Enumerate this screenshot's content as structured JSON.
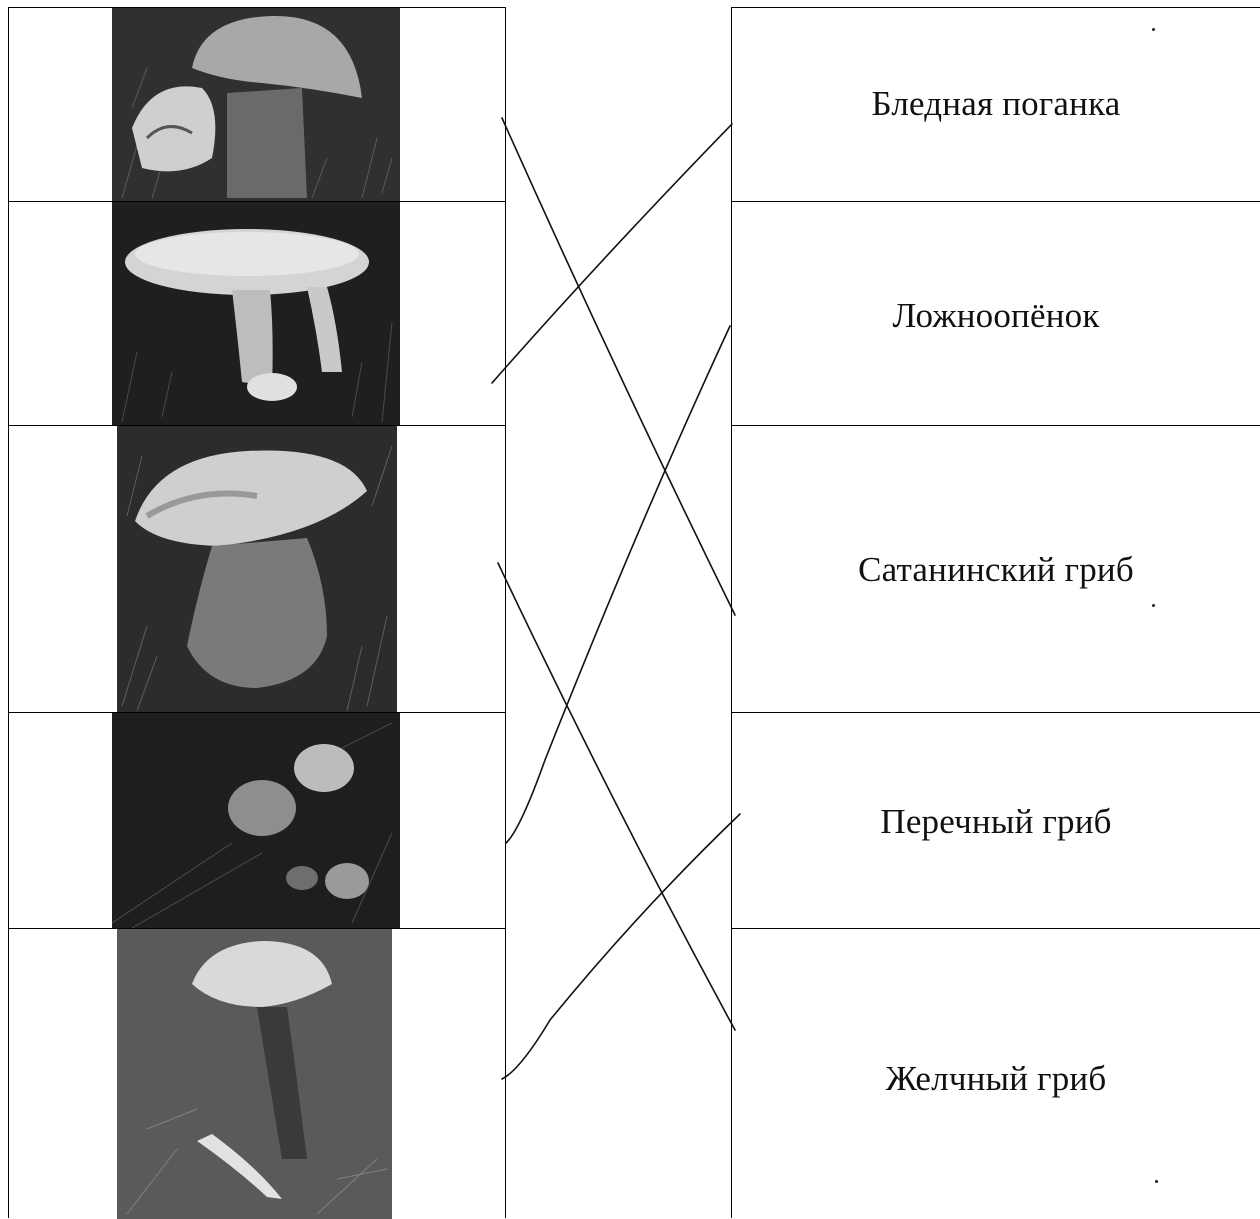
{
  "photos": [
    {
      "name": "mushroom-photo-1",
      "icon": "boletus-with-fallen-cap-photo"
    },
    {
      "name": "mushroom-photo-2",
      "icon": "white-cap-mushroom-photo"
    },
    {
      "name": "mushroom-photo-3",
      "icon": "thick-stem-boletus-photo"
    },
    {
      "name": "mushroom-photo-4",
      "icon": "cluster-small-mushrooms-photo"
    },
    {
      "name": "mushroom-photo-5",
      "icon": "tall-stem-mushroom-photo"
    }
  ],
  "labels": [
    "Бледная поганка",
    "Ложноопёнок",
    "Сатанинский гриб",
    "Перечный гриб",
    "Желчный гриб"
  ]
}
